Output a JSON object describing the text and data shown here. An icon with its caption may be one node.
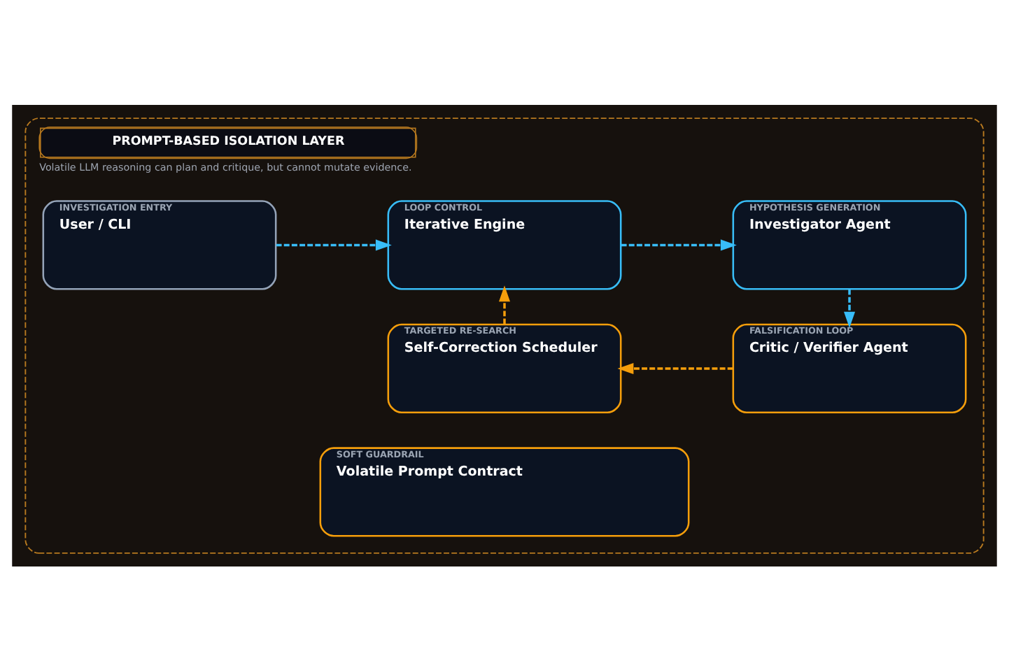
{
  "diagram": {
    "nodes": [
      {
        "text": [
          "PROMPT-BASED ISOLATION LAYER",
          "Volatile LLM reasoning can plan and critique, but cannot mutate evidence."
        ]
      },
      {
        "text": [
          "INVESTIGATION ENTRY",
          "User / CLI"
        ],
        "in": 0
      },
      {
        "text": [
          "LOOP CONTROL",
          "Iterative Engine"
        ],
        "in": 0
      },
      {
        "text": [
          "HYPOTHESIS GENERATION",
          "Investigator Agent"
        ],
        "in": 0
      },
      {
        "text": [
          "FALSIFICATION LOOP",
          "Critic / Verifier Agent"
        ],
        "in": 0
      },
      {
        "text": [
          "TARGETED RE-SEARCH",
          "Self-Correction Scheduler"
        ],
        "in": 0
      },
      {
        "text": [
          "SOFT GUARDRAIL",
          "Volatile Prompt Contract"
        ],
        "in": 0
      }
    ],
    "edges": [
      {
        "from": 1,
        "to": 2,
        "arrow": "to",
        "style": "dashed"
      },
      {
        "from": 2,
        "to": 3,
        "arrow": "to",
        "style": "dashed"
      },
      {
        "from": 3,
        "to": 4,
        "arrow": "to",
        "style": "dashed"
      },
      {
        "from": 4,
        "to": 5,
        "arrow": "to",
        "style": "dashed",
        "color": "#f59e0b"
      },
      {
        "from": 5,
        "to": 2,
        "arrow": "to",
        "style": "dashed",
        "color": "#f59e0b"
      }
    ]
  }
}
